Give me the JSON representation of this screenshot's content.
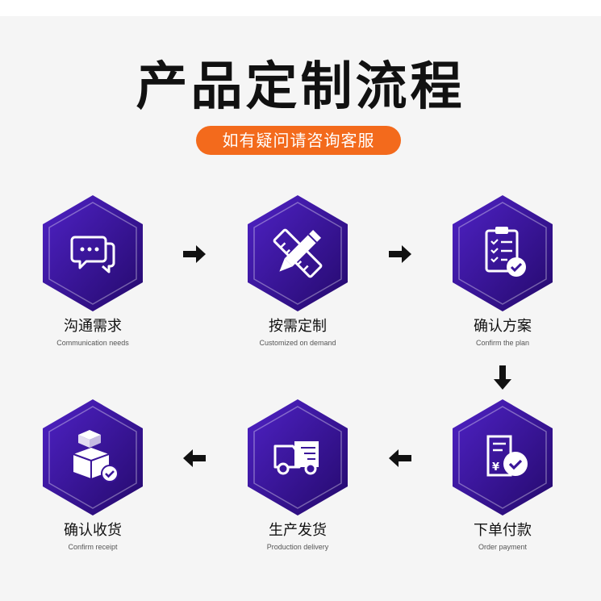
{
  "header": {
    "title": "产品定制流程",
    "cta_label": "如有疑问请咨询客服"
  },
  "steps": [
    {
      "label": "沟通需求",
      "sublabel": "Communication needs",
      "icon": "chat-bubbles-icon"
    },
    {
      "label": "按需定制",
      "sublabel": "Customized on demand",
      "icon": "ruler-pencil-icon"
    },
    {
      "label": "确认方案",
      "sublabel": "Confirm the plan",
      "icon": "clipboard-check-icon"
    },
    {
      "label": "下单付款",
      "sublabel": "Order payment",
      "icon": "invoice-check-icon"
    },
    {
      "label": "生产发货",
      "sublabel": "Production delivery",
      "icon": "delivery-truck-icon"
    },
    {
      "label": "确认收货",
      "sublabel": "Confirm receipt",
      "icon": "package-check-icon"
    }
  ],
  "arrows": [
    "right",
    "right",
    "down",
    "left",
    "left"
  ],
  "colors": {
    "hex_dark": "#2b0d7a",
    "hex_light": "#4f22c6",
    "accent": "#f36a1c",
    "arrow": "#111111"
  }
}
